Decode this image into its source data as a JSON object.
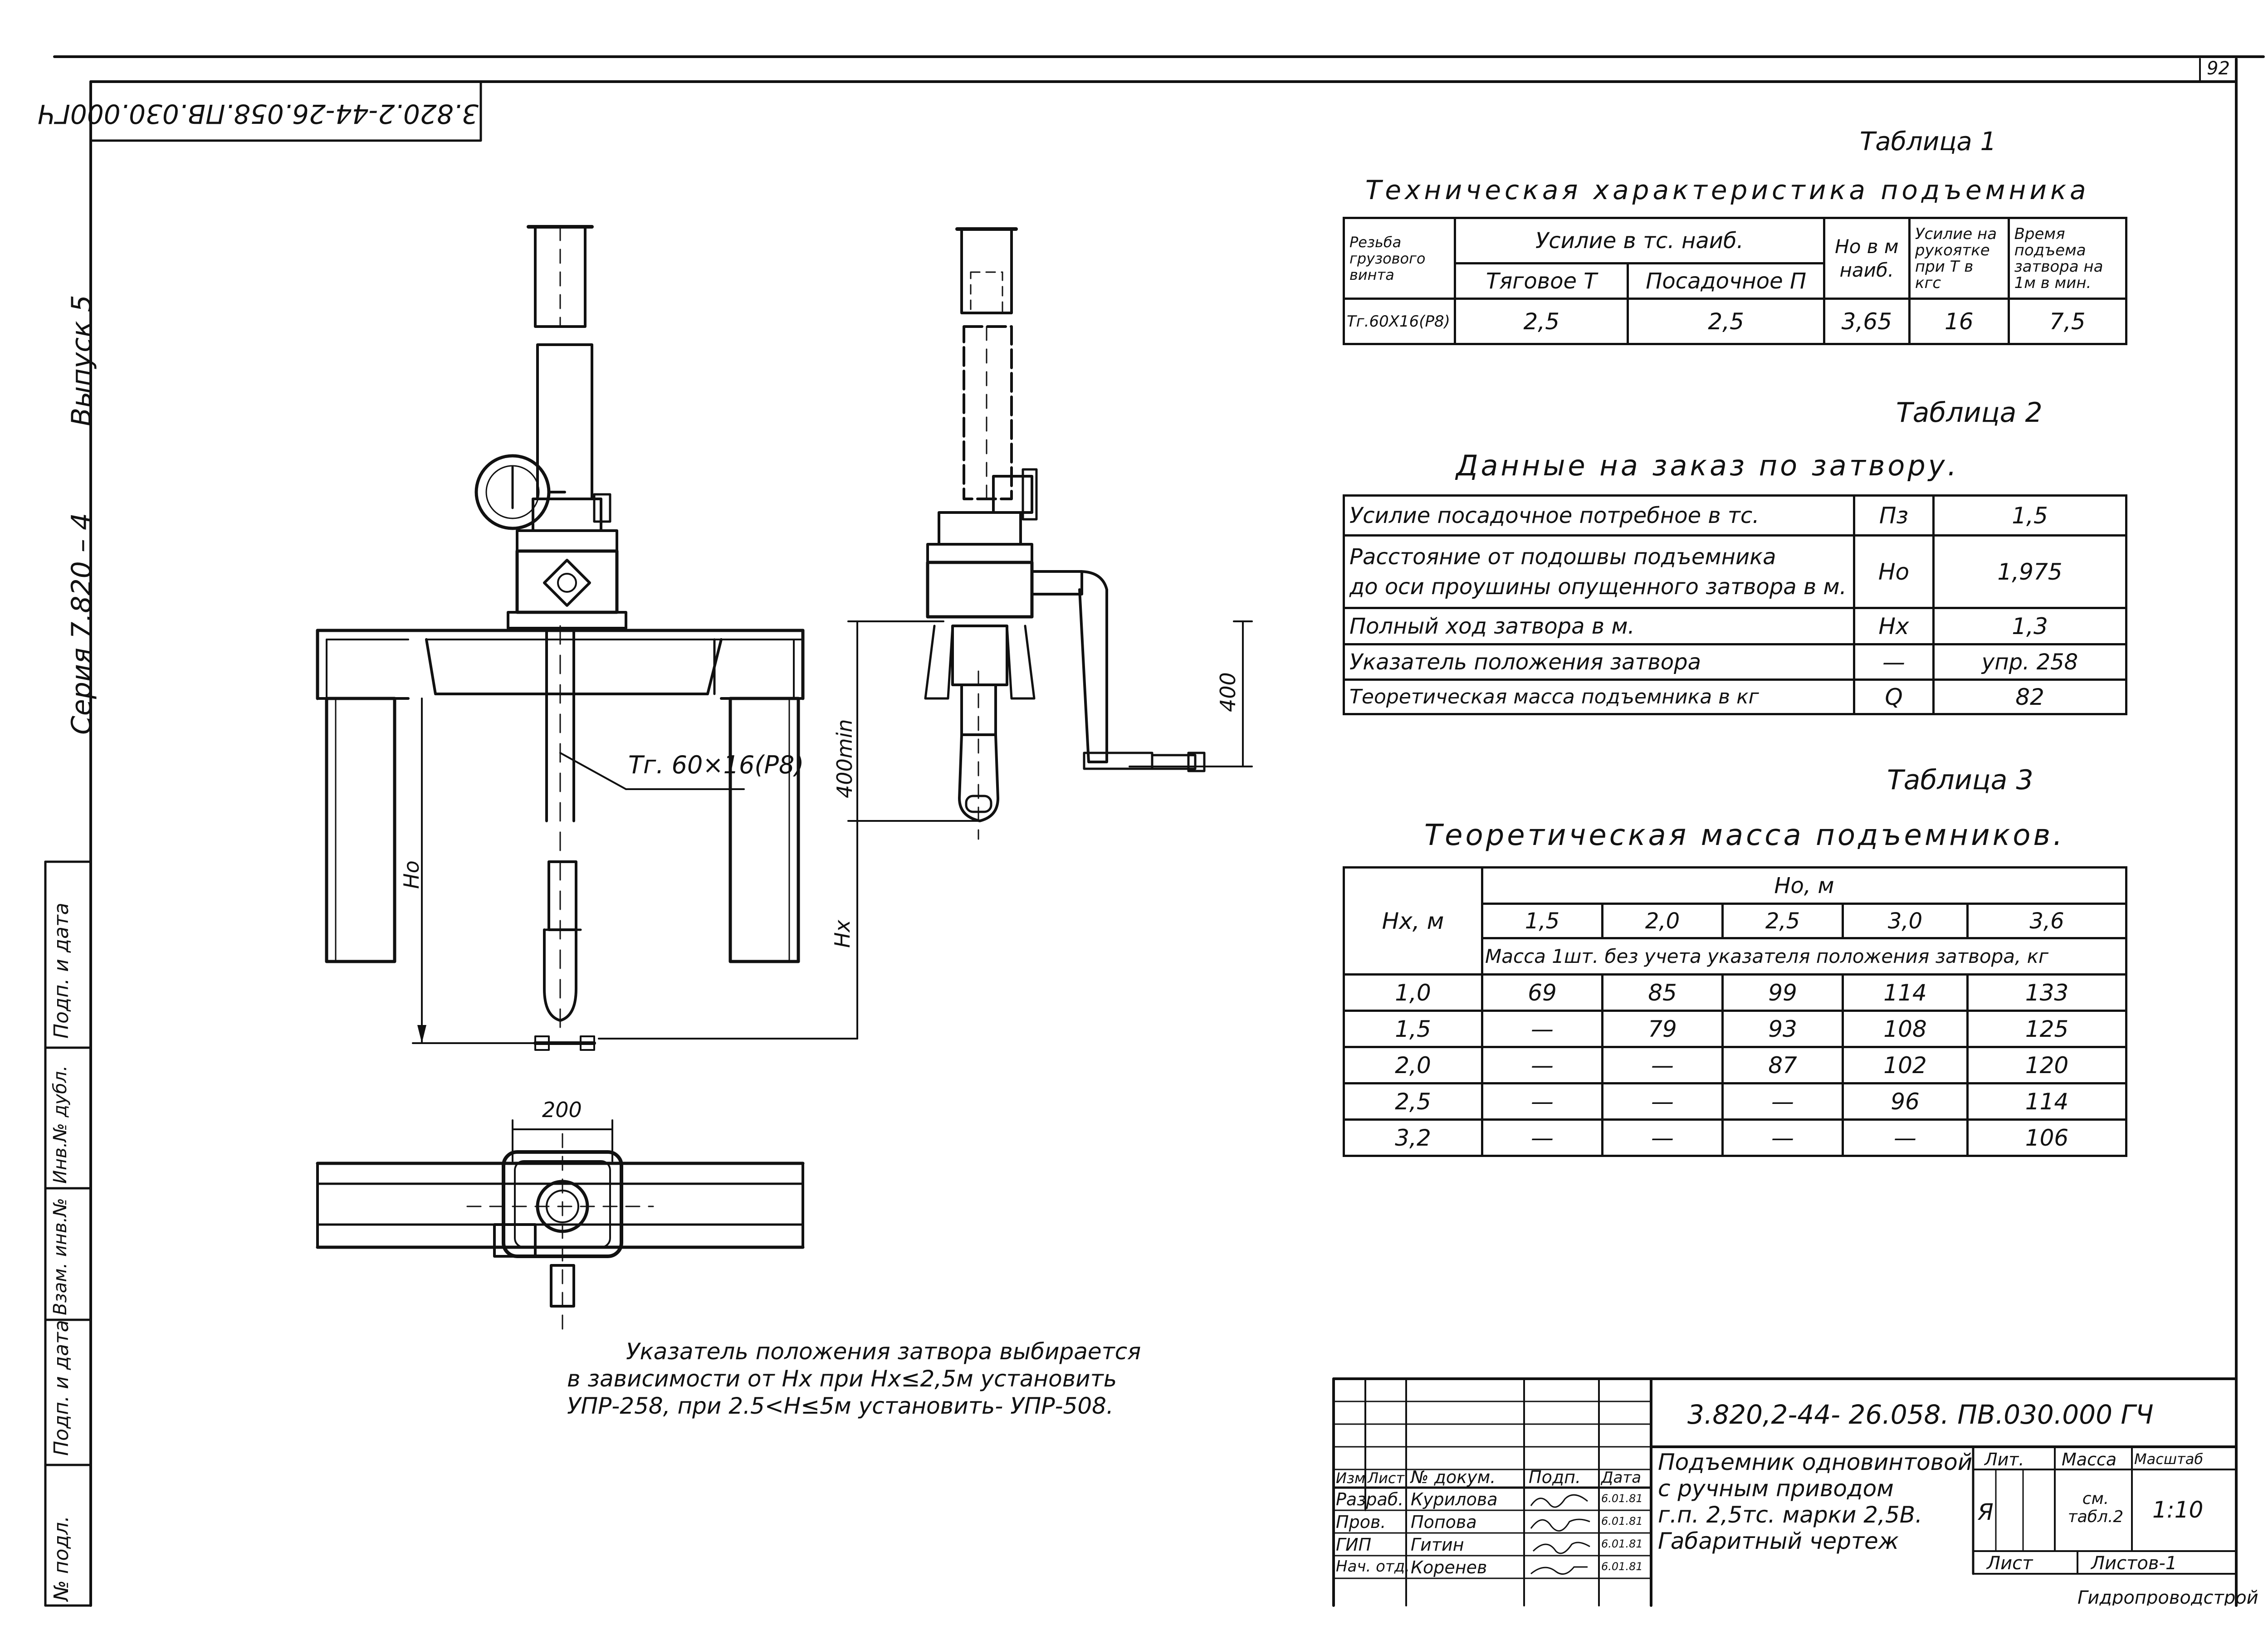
{
  "sheet": {
    "page_number": "92",
    "rotated_code": "3.820.2-44-26.058.ПВ.030.000ГЧ",
    "series": "Серия 7.820 – 4",
    "issue": "Выпуск 5",
    "side_fields": [
      "№ подл.",
      "Подп. и дата",
      "Взам. инв.№",
      "Инв.№ дубл.",
      "Подп. и дата"
    ]
  },
  "drawing": {
    "thread_label": "Тг. 60×16(Р8)",
    "dim_400min": "400min",
    "dim_400": "400",
    "dim_ho": "Но",
    "dim_hx": "Нх",
    "dim_200": "200"
  },
  "note": {
    "line1": "Указатель положения затвора выбирается",
    "line2": "в зависимости от Нх при Нх≤2,5м установить",
    "line3": "УПР-258, при 2.5<Н≤5м установить- УПР-508."
  },
  "table1": {
    "caption": "Таблица 1",
    "title": "Техническая характеристика подъемника",
    "h_thread": "Резьба грузового винта",
    "h_force": "Усилие в тс. наиб.",
    "h_traction": "Тяговое Т",
    "h_landing": "Посадочное П",
    "h_ho": "Но в м наиб.",
    "h_handle": "Усилие на рукоятке при Т в кгс",
    "h_time": "Время подъема затвора на 1м в мин.",
    "row": [
      "Тг.60Х16(Р8)",
      "2,5",
      "2,5",
      "3,65",
      "16",
      "7,5"
    ]
  },
  "table2": {
    "caption": "Таблица 2",
    "title": "Данные на заказ по затвору.",
    "rows": [
      {
        "label": "Усилие посадочное потребное в тс.",
        "sym": "Пз",
        "val": "1,5"
      },
      {
        "label": "Расстояние от подошвы подъемника",
        "label2": "до оси проушины опущенного затвора в м.",
        "sym": "Но",
        "val": "1,975"
      },
      {
        "label": "Полный ход затвора в м.",
        "sym": "Нх",
        "val": "1,3"
      },
      {
        "label": "Указатель положения затвора",
        "sym": "—",
        "val": "упр. 258"
      },
      {
        "label": "Теоретическая масса подъемника в кг",
        "sym": "Q",
        "val": "82"
      }
    ]
  },
  "table3": {
    "caption": "Таблица 3",
    "title": "Теоретическая масса подъемников.",
    "h_hx": "Нх, м",
    "h_ho": "Но, м",
    "ho_values": [
      "1,5",
      "2,0",
      "2,5",
      "3,0",
      "3,6"
    ],
    "h_mass": "Масса 1шт. без учета указателя положения затвора, кг",
    "rows": [
      [
        "1,0",
        "69",
        "85",
        "99",
        "114",
        "133"
      ],
      [
        "1,5",
        "—",
        "79",
        "93",
        "108",
        "125"
      ],
      [
        "2,0",
        "—",
        "—",
        "87",
        "102",
        "120"
      ],
      [
        "2,5",
        "—",
        "—",
        "—",
        "96",
        "114"
      ],
      [
        "3,2",
        "—",
        "—",
        "—",
        "—",
        "106"
      ]
    ]
  },
  "stamp": {
    "doc_code": "3.820,2-44- 26.058. ПВ.030.000 ГЧ",
    "title1": "Подъемник одновинтовой",
    "title2": "с ручным приводом",
    "title3": "г.п. 2,5тс. марки 2,5В.",
    "title4": "Габаритный чертеж",
    "col_headers": [
      "Изм",
      "Лист",
      "№ докум.",
      "Подп.",
      "Дата"
    ],
    "people": [
      {
        "role": "Разраб.",
        "name": "Курилова",
        "date": "6.01.81"
      },
      {
        "role": "Пров.",
        "name": "Попова",
        "date": "6.01.81"
      },
      {
        "role": "ГИП",
        "name": "Гитин",
        "date": "6.01.81"
      },
      {
        "role": "Нач. отд.",
        "name": "Коренев",
        "date": "6.01.81"
      }
    ],
    "lit_label": "Лит.",
    "mass_label": "Масса",
    "scale_label": "Масштаб",
    "lit_value": "Я",
    "mass_value": "см. табл.2",
    "scale_value": "1:10",
    "sheet_label": "Лист",
    "sheets_label": "Листов-1",
    "org": "Гидропроводстрой"
  }
}
